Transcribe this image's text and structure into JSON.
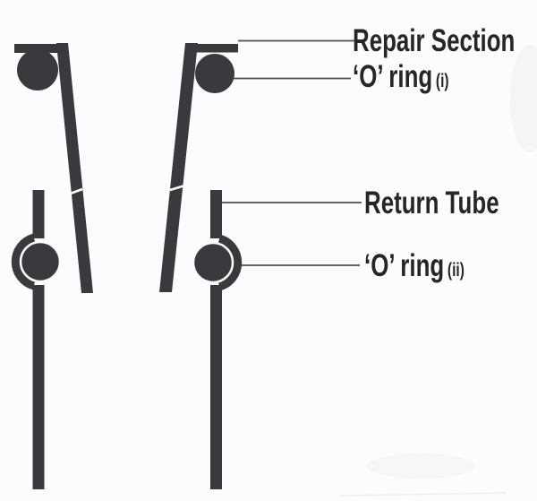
{
  "diagram": {
    "annotations": [
      {
        "id": "repair-section",
        "label": "Repair Section"
      },
      {
        "id": "o-ring-i",
        "label": "‘O’ ring",
        "index": "(i)"
      },
      {
        "id": "return-tube",
        "label": "Return Tube"
      },
      {
        "id": "o-ring-ii",
        "label": "‘O’ ring",
        "index": "(ii)"
      }
    ],
    "colors": {
      "part": "#3a3a3e",
      "leader": "#4f4f4f",
      "text": "#262626",
      "background": "#fcfcfc"
    }
  }
}
